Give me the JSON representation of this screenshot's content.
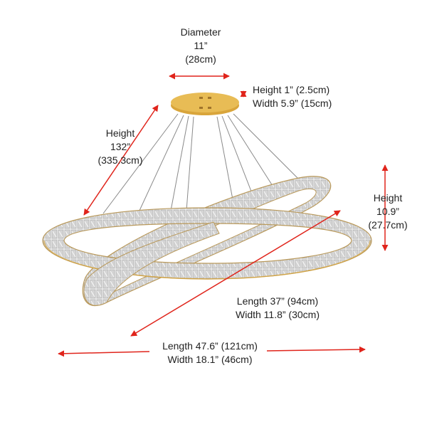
{
  "colors": {
    "arrow": "#e0241b",
    "gold": "#d9a53b",
    "wire": "#8a8a8a",
    "crystal": "#c8c8c8",
    "text": "#222222"
  },
  "dimensions": {
    "canopy_diameter": {
      "label": "Diameter",
      "inches": "11”",
      "cm": "(28cm)"
    },
    "canopy_size": {
      "height": "Height 1” (2.5cm)",
      "width": "Width 5.9” (15cm)"
    },
    "overall_height": {
      "label": "Height",
      "inches": "132”",
      "cm": "(335.3cm)"
    },
    "ring_height": {
      "label": "Height",
      "inches": "10.9”",
      "cm": "(27.7cm)"
    },
    "small_ring": {
      "length": "Length 37” (94cm)",
      "width": "Width 11.8”  (30cm)"
    },
    "large_ring": {
      "length": "Length 47.6” (121cm)",
      "width": "Width 18.1”  (46cm)"
    }
  }
}
